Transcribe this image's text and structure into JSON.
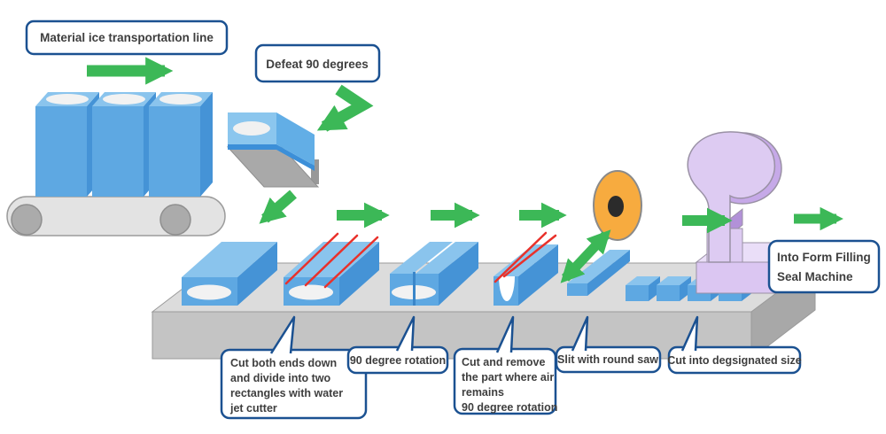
{
  "diagram": {
    "title_labels": {
      "transport_line": "Material ice transportation line",
      "defeat": "Defeat 90 degrees"
    },
    "output_label": {
      "lines": [
        "Into Form Filling",
        "Seal Machine"
      ]
    },
    "callouts": {
      "step1": {
        "lines": [
          "Cut both ends down",
          "and divide into two",
          "rectangles with water",
          "jet cutter"
        ]
      },
      "step2": {
        "lines": [
          "90 degree rotation"
        ]
      },
      "step3": {
        "lines": [
          "Cut and remove",
          "the part where air",
          "remains",
          "90 degree rotation"
        ]
      },
      "step4": {
        "lines": [
          "Slit with round saw"
        ]
      },
      "step5": {
        "lines": [
          "Cut into degsignated size"
        ]
      }
    },
    "icons": {
      "conveyor": "conveyor-belt-icon",
      "saw": "round-saw-icon",
      "machine": "form-filling-seal-machine-icon",
      "arrows": "flow-arrow-icon"
    },
    "colors": {
      "arrow_green": "#3cb857",
      "label_border_blue": "#1b5191",
      "label_text": "#3e3e3e",
      "ice_top": "#8ac4ed",
      "ice_front": "#5ea8e2",
      "ice_side": "#4593d6",
      "cut_line_red": "#e9312b",
      "saw_orange": "#f7ab3f",
      "machine_purple": "#ddcbf2",
      "machine_purple_dark": "#b494da",
      "table_top": "#dcdcdc",
      "table_front": "#c4c4c4",
      "table_side": "#a8a8a8"
    }
  }
}
